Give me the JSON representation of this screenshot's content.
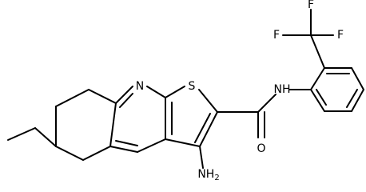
{
  "molecule": {
    "atoms": {
      "s": "S",
      "n_ring": "N",
      "nh": "NH",
      "o": "O",
      "nh2": "NH",
      "nh2_sub": "2",
      "f1": "F",
      "f2": "F",
      "f3": "F"
    },
    "colors": {
      "bond": "#000000",
      "label": "#000000",
      "background": "#ffffff"
    }
  }
}
